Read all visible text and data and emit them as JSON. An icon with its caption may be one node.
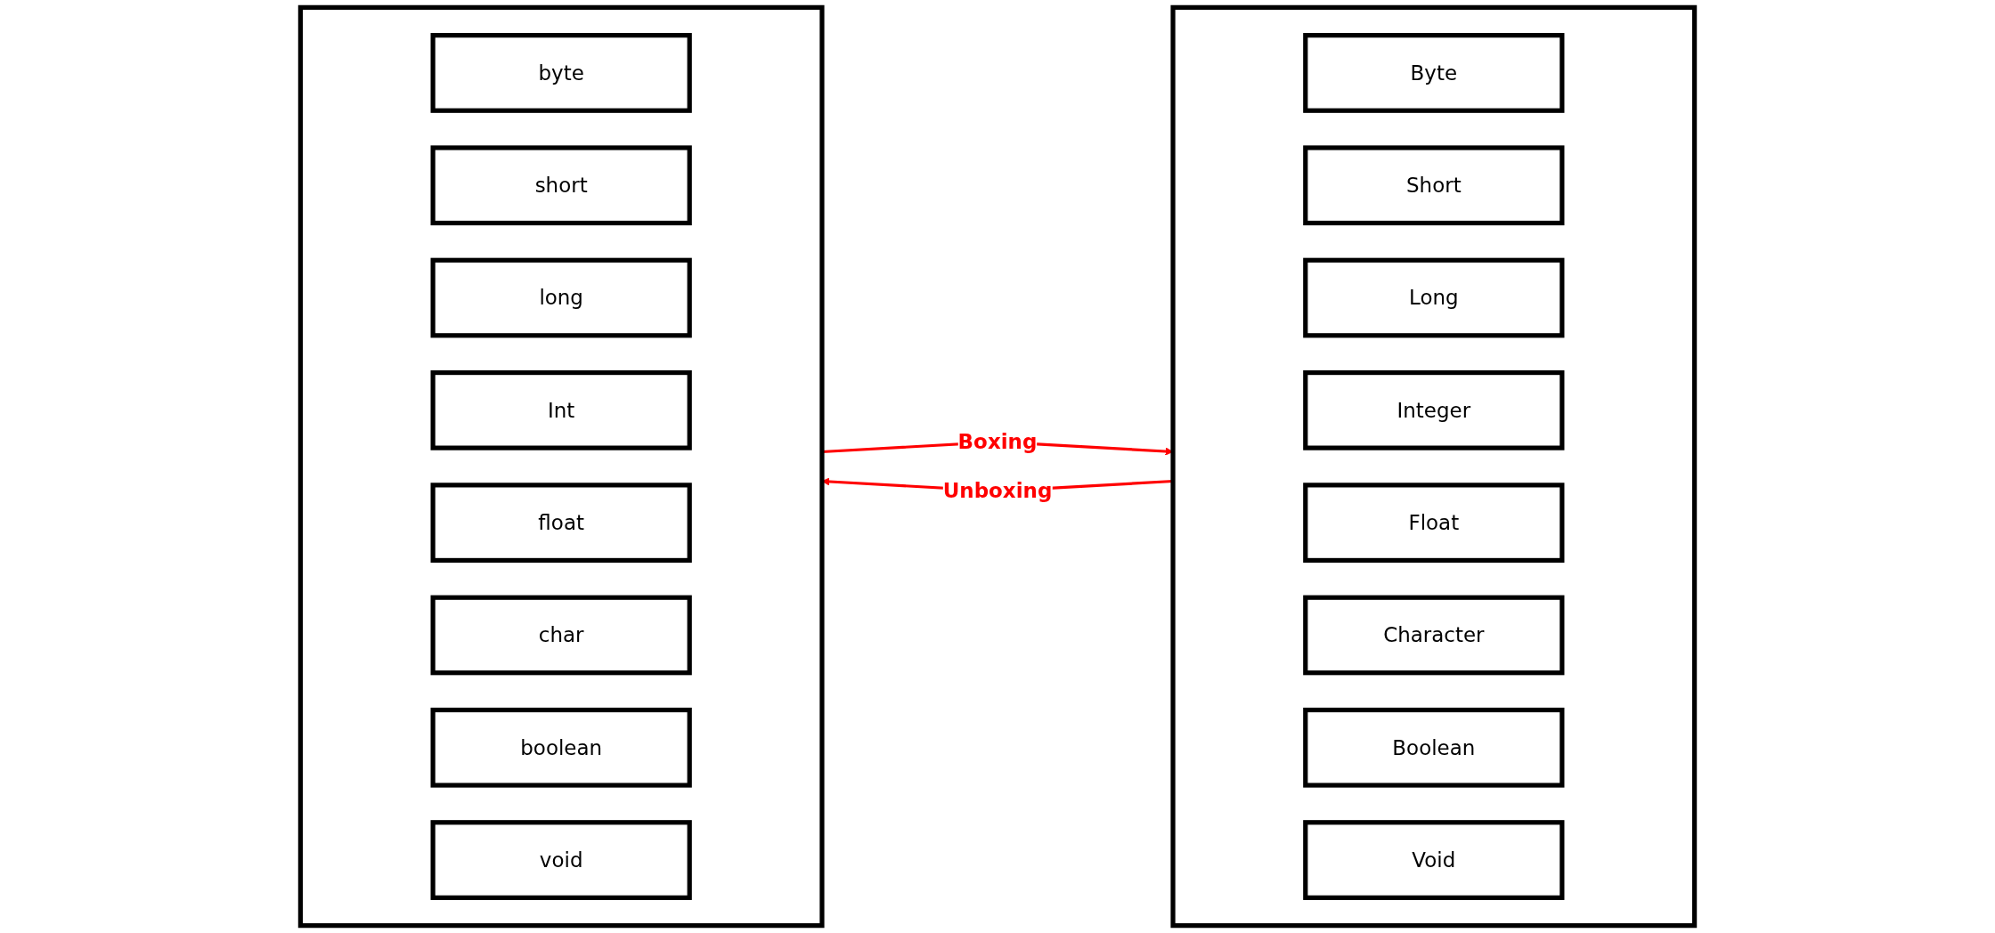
{
  "diagram": {
    "nodes": [
      {
        "text": [],
        "shape": "box"
      },
      {
        "text": [
          "byte"
        ],
        "in": 0
      },
      {
        "text": [
          "short"
        ],
        "in": 0
      },
      {
        "text": [
          "long"
        ],
        "in": 0
      },
      {
        "text": [
          "Int"
        ],
        "in": 0
      },
      {
        "text": [
          "float"
        ],
        "in": 0
      },
      {
        "text": [
          "char"
        ],
        "in": 0
      },
      {
        "text": [
          "boolean"
        ],
        "in": 0
      },
      {
        "text": [
          "void"
        ],
        "in": 0
      },
      {
        "text": [],
        "shape": "box"
      },
      {
        "text": [
          "Byte"
        ],
        "in": 9
      },
      {
        "text": [
          "Short"
        ],
        "in": 9
      },
      {
        "text": [
          "Long"
        ],
        "in": 9
      },
      {
        "text": [
          "Integer"
        ],
        "in": 9
      },
      {
        "text": [
          "Float"
        ],
        "in": 9
      },
      {
        "text": [
          "Character"
        ],
        "in": 9
      },
      {
        "text": [
          "Boolean"
        ],
        "in": 9
      },
      {
        "text": [
          "Void"
        ],
        "in": 9
      }
    ],
    "edges": [
      {
        "from": 0,
        "to": 9,
        "arrow": "to",
        "label": "Boxing",
        "color": "#ff0000"
      },
      {
        "from": 9,
        "to": 0,
        "arrow": "to",
        "label": "Unboxing",
        "color": "#ff0000"
      }
    ]
  }
}
